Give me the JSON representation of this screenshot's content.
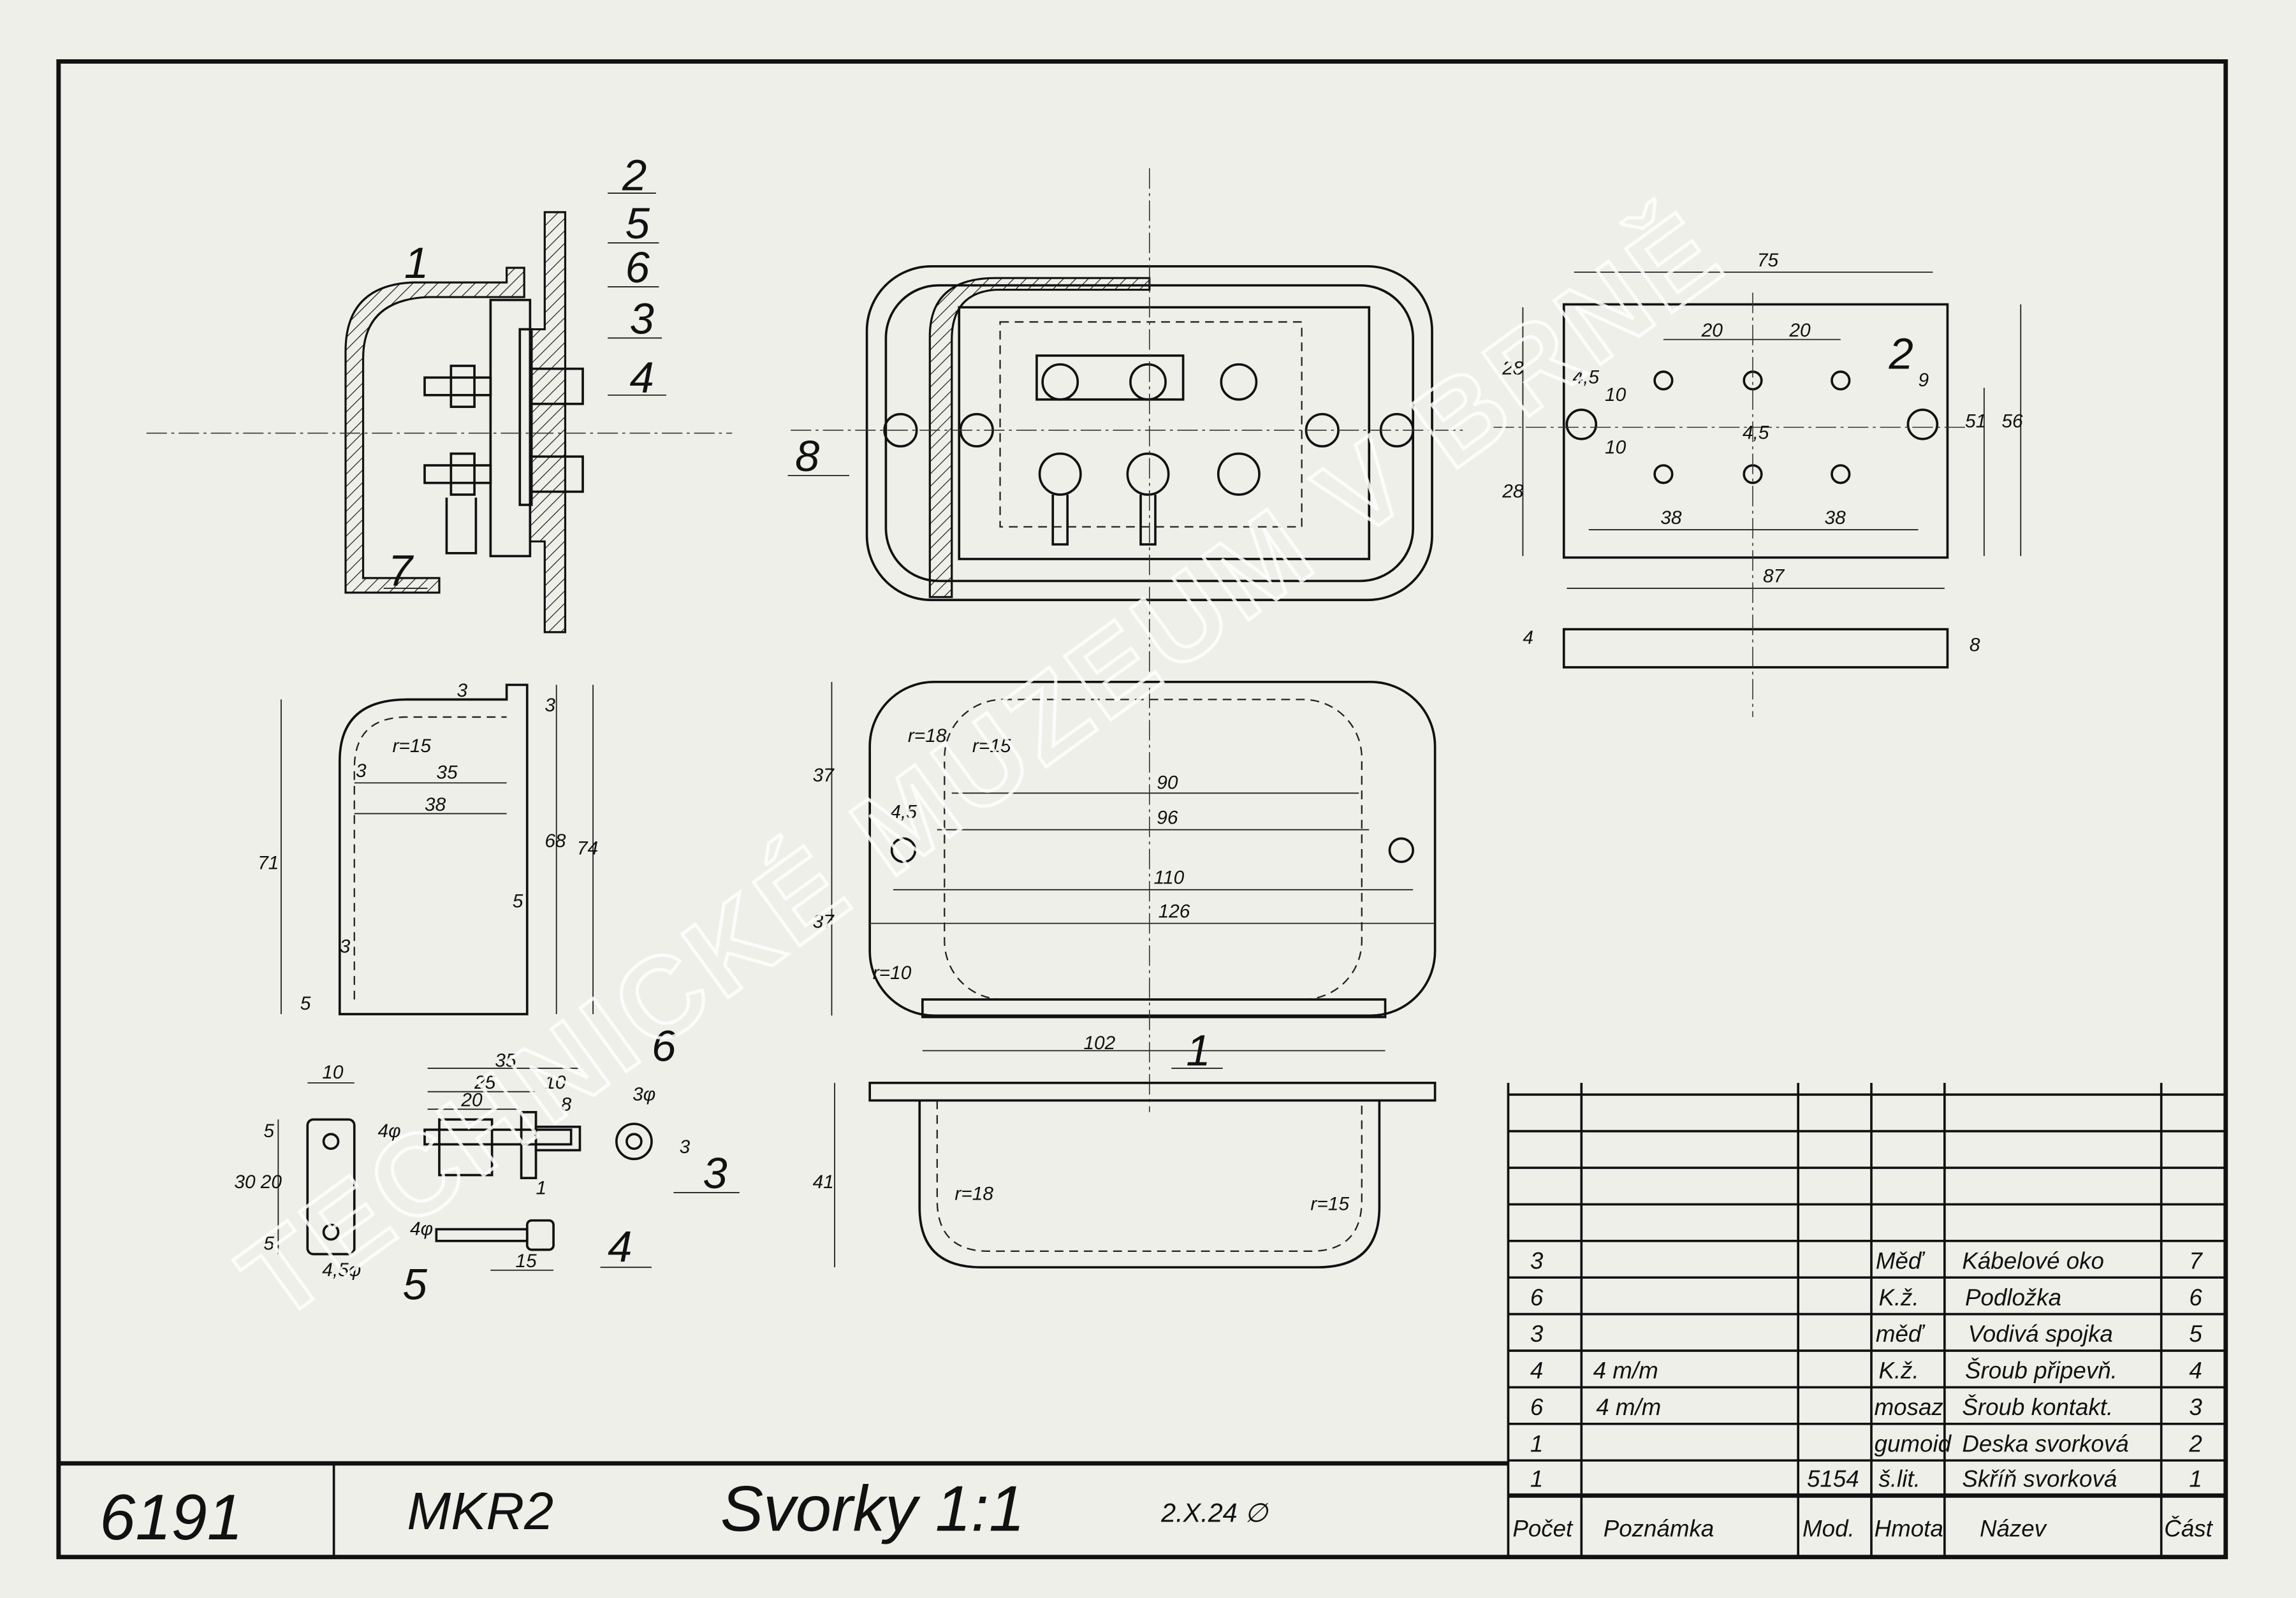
{
  "title_block": {
    "drawing_number": "6191",
    "type": "MKR2",
    "title": "Svorky 1:1",
    "date_signature": "2.X.24 ∅"
  },
  "parts_list": {
    "headers": {
      "count": "Počet",
      "note": "Poznámka",
      "model": "Mod.",
      "material": "Hmota",
      "name": "Název",
      "part": "Část"
    },
    "rows": [
      {
        "count": "3",
        "note": "",
        "model": "",
        "material": "Měď",
        "name": "Kábelové oko",
        "part": "7"
      },
      {
        "count": "6",
        "note": "",
        "model": "",
        "material": "K.ž.",
        "name": "Podložka",
        "part": "6"
      },
      {
        "count": "3",
        "note": "",
        "model": "",
        "material": "měď",
        "name": "Vodivá spojka",
        "part": "5"
      },
      {
        "count": "4",
        "note": "4 m/m",
        "model": "",
        "material": "K.ž.",
        "name": "Šroub připevň.",
        "part": "4"
      },
      {
        "count": "6",
        "note": "4 m/m",
        "model": "",
        "material": "mosaz",
        "name": "Šroub kontakt.",
        "part": "3"
      },
      {
        "count": "1",
        "note": "",
        "model": "",
        "material": "gumoid",
        "name": "Deska svorková",
        "part": "2"
      },
      {
        "count": "1",
        "note": "",
        "model": "5154",
        "material": "š.lit.",
        "name": "Skříň svorková",
        "part": "1"
      }
    ]
  },
  "watermark": "TECHNICKÉ MUZEUM V BRNĚ",
  "part_callouts": [
    "1",
    "2",
    "5",
    "6",
    "3",
    "4",
    "7",
    "8",
    "2",
    "1",
    "6",
    "3",
    "4",
    "5"
  ],
  "dims": [
    "75",
    "20",
    "20",
    "9",
    "4,5",
    "10",
    "10",
    "4,5",
    "51",
    "56",
    "28",
    "28",
    "38",
    "38",
    "87",
    "4",
    "8",
    "3",
    "3",
    "r=15",
    "35",
    "3",
    "38",
    "71",
    "68",
    "74",
    "5",
    "3",
    "5",
    "r=18",
    "r=15",
    "37",
    "90",
    "96",
    "4,5",
    "110",
    "37",
    "126",
    "r=10",
    "102",
    "41",
    "r=18",
    "r=15",
    "10",
    "35",
    "25",
    "10",
    "20",
    "8",
    "3φ",
    "5",
    "4φ",
    "30",
    "20",
    "3",
    "1",
    "4φ",
    "5",
    "15",
    "4,5φ"
  ]
}
